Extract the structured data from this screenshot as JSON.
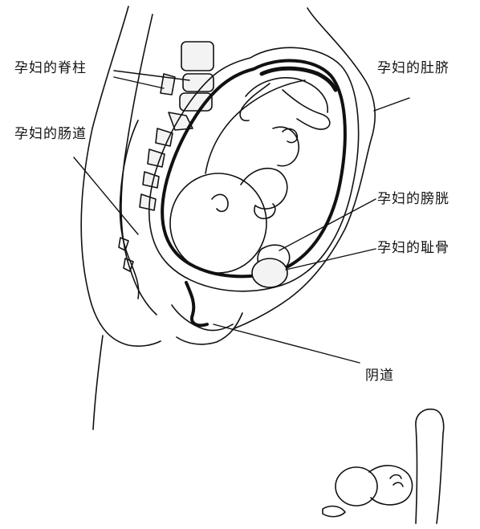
{
  "labels": {
    "spine": "孕妇的脊柱",
    "intestine": "孕妇的肠道",
    "navel": "孕妇的肚脐",
    "bladder": "孕妇的膀胱",
    "pubic_bone": "孕妇的耻骨",
    "vagina": "阴道"
  },
  "colors": {
    "ink": "#111111",
    "background": "#ffffff",
    "bone_fill": "#f3f3f3"
  }
}
